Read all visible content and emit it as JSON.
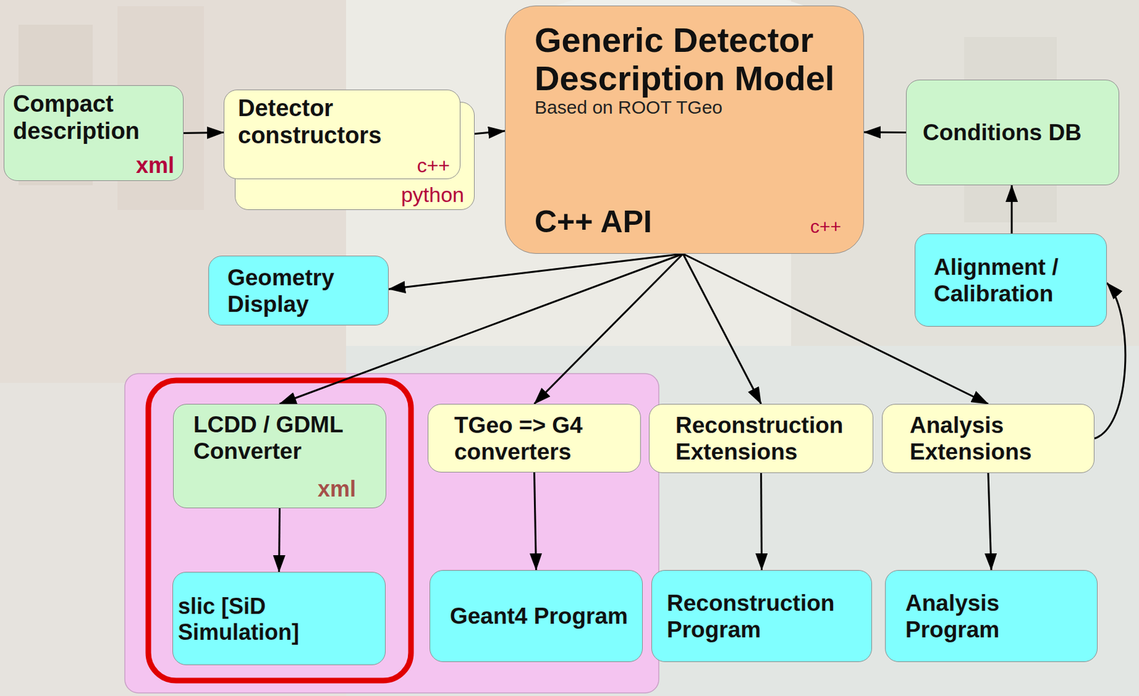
{
  "diagram": {
    "nodes": [
      {
        "text": [
          "Compact description",
          "xml"
        ]
      },
      {
        "text": [
          "Detector constructors",
          "c++"
        ]
      },
      {
        "text": [
          "python"
        ]
      },
      {
        "text": [
          "Generic Detector Description Model",
          "Based on ROOT TGeo",
          "C++ API",
          "c++"
        ]
      },
      {
        "text": [
          "Conditions DB"
        ]
      },
      {
        "text": [
          "Geometry Display"
        ]
      },
      {
        "text": [
          "Alignment / Calibration"
        ]
      },
      {
        "text": [
          "LCDD / GDML Converter",
          "xml"
        ]
      },
      {
        "text": [
          "TGeo => G4 converters"
        ]
      },
      {
        "text": [
          "Reconstruction Extensions"
        ]
      },
      {
        "text": [
          "Analysis Extensions"
        ]
      },
      {
        "text": [
          "slic [SiD Simulation]"
        ]
      },
      {
        "text": [
          "Geant4 Program"
        ]
      },
      {
        "text": [
          "Reconstruction Program"
        ]
      },
      {
        "text": [
          "Analysis Program"
        ]
      }
    ],
    "edges": [
      {
        "from": 0,
        "to": 1,
        "arrow": "to"
      },
      {
        "from": 1,
        "to": 3,
        "arrow": "to"
      },
      {
        "from": 4,
        "to": 3,
        "arrow": "to"
      },
      {
        "from": 6,
        "to": 4,
        "arrow": "to"
      },
      {
        "from": 10,
        "to": 6,
        "arrow": "to"
      },
      {
        "from": 3,
        "to": 5,
        "arrow": "to"
      },
      {
        "from": 3,
        "to": 7,
        "arrow": "to"
      },
      {
        "from": 3,
        "to": 8,
        "arrow": "to"
      },
      {
        "from": 3,
        "to": 9,
        "arrow": "to"
      },
      {
        "from": 3,
        "to": 10,
        "arrow": "to"
      },
      {
        "from": 7,
        "to": 11,
        "arrow": "to"
      },
      {
        "from": 8,
        "to": 12,
        "arrow": "to"
      },
      {
        "from": 9,
        "to": 13,
        "arrow": "to"
      },
      {
        "from": 10,
        "to": 14,
        "arrow": "to"
      }
    ]
  }
}
